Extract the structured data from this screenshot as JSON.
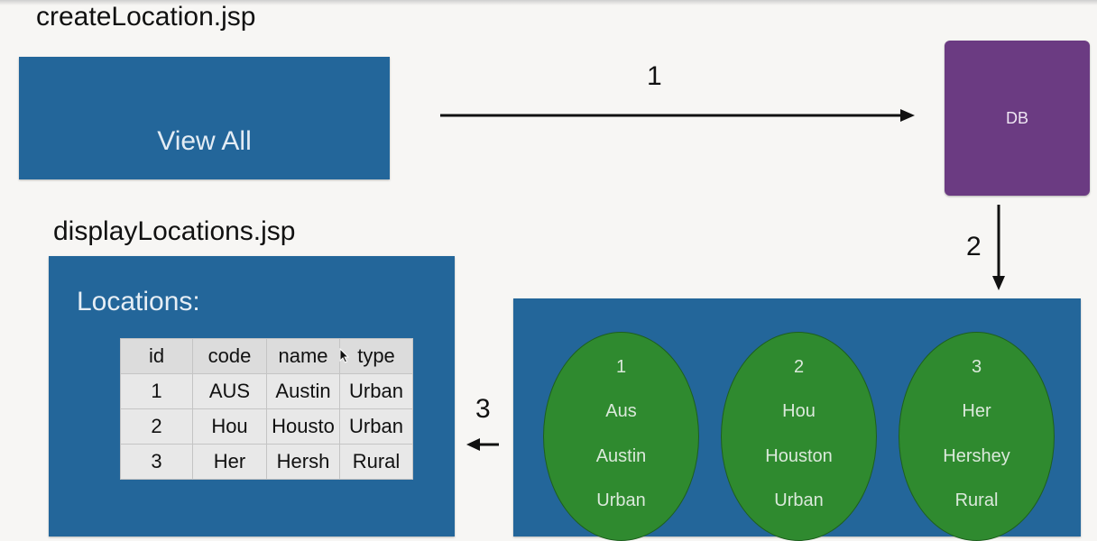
{
  "titles": {
    "create": "createLocation.jsp",
    "display": "displayLocations.jsp"
  },
  "view_all_button": "View All",
  "db": {
    "label": "DB"
  },
  "steps": [
    "1",
    "2",
    "3"
  ],
  "locations": {
    "heading": "Locations:",
    "columns": [
      "id",
      "code",
      "name",
      "type"
    ],
    "rows": [
      [
        "1",
        "AUS",
        "Austin",
        "Urban"
      ],
      [
        "2",
        "Hou",
        "Housto",
        "Urban"
      ],
      [
        "3",
        "Her",
        "Hersh",
        "Rural"
      ]
    ]
  },
  "records": [
    {
      "id": "1",
      "code": "Aus",
      "name": "Austin",
      "type": "Urban"
    },
    {
      "id": "2",
      "code": "Hou",
      "name": "Houston",
      "type": "Urban"
    },
    {
      "id": "3",
      "code": "Her",
      "name": "Hershey",
      "type": "Rural"
    }
  ],
  "colors": {
    "panel_blue": "#23669a",
    "db_purple": "#6b3b82",
    "record_green": "#2f8a2f",
    "background": "#f7f6f4"
  },
  "icons": [
    "mouse-cursor-icon",
    "arrow-right-icon",
    "arrow-down-icon",
    "arrow-left-icon"
  ]
}
